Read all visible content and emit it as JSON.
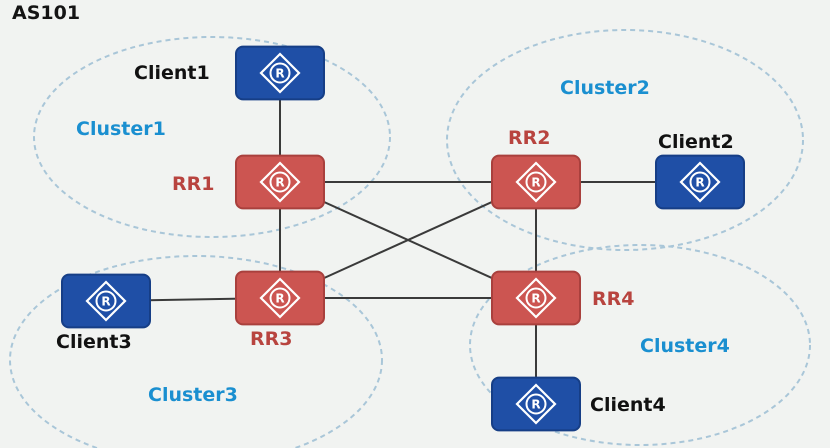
{
  "title": "AS101",
  "clusters": [
    {
      "id": "cluster1",
      "label": "Cluster1"
    },
    {
      "id": "cluster2",
      "label": "Cluster2"
    },
    {
      "id": "cluster3",
      "label": "Cluster3"
    },
    {
      "id": "cluster4",
      "label": "Cluster4"
    }
  ],
  "nodes": [
    {
      "id": "client1",
      "label": "Client1",
      "type": "client",
      "icon": "router-icon"
    },
    {
      "id": "client2",
      "label": "Client2",
      "type": "client",
      "icon": "router-icon"
    },
    {
      "id": "client3",
      "label": "Client3",
      "type": "client",
      "icon": "router-icon"
    },
    {
      "id": "client4",
      "label": "Client4",
      "type": "client",
      "icon": "router-icon"
    },
    {
      "id": "rr1",
      "label": "RR1",
      "type": "reflector",
      "icon": "router-icon"
    },
    {
      "id": "rr2",
      "label": "RR2",
      "type": "reflector",
      "icon": "router-icon"
    },
    {
      "id": "rr3",
      "label": "RR3",
      "type": "reflector",
      "icon": "router-icon"
    },
    {
      "id": "rr4",
      "label": "RR4",
      "type": "reflector",
      "icon": "router-icon"
    }
  ],
  "links": [
    [
      "client1",
      "rr1"
    ],
    [
      "rr1",
      "rr2"
    ],
    [
      "rr1",
      "rr3"
    ],
    [
      "rr1",
      "rr4"
    ],
    [
      "rr2",
      "client2"
    ],
    [
      "rr2",
      "rr3"
    ],
    [
      "rr2",
      "rr4"
    ],
    [
      "client3",
      "rr3"
    ],
    [
      "rr3",
      "rr4"
    ],
    [
      "rr4",
      "client4"
    ]
  ],
  "icon_glyph": "R",
  "colors": {
    "client_fill": "#1f4fa6",
    "client_stroke": "#163e86",
    "reflector_fill": "#cc5551",
    "reflector_stroke": "#a9403d",
    "link": "#3a3a3a",
    "cluster_border": "#a9c6d8",
    "cluster_label": "#1a8fd0",
    "reflector_label": "#b8443f"
  }
}
